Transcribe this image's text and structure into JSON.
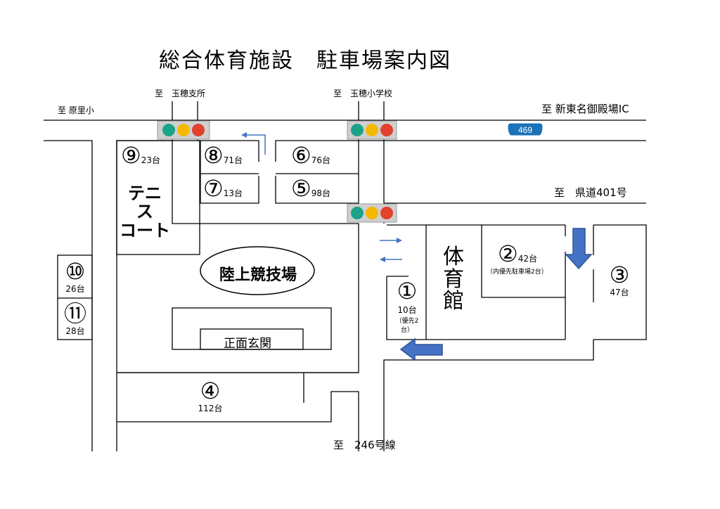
{
  "title": "総合体育施設　駐車場案内図",
  "destinations": {
    "tamaho_branch": "至　玉穂支所",
    "tamaho_school": "至　玉穂小学校",
    "harasato": "至 原里小",
    "shintomei_ic": "至 新東名御殿場IC",
    "route401": "至　県道401号",
    "route246": "至　246号線"
  },
  "route_shield": {
    "number": "469",
    "color": "#1a73b8"
  },
  "facilities": {
    "tennis": "テニ\nス\nコート",
    "gym": [
      "体",
      "育",
      "館"
    ],
    "track": "陸上競技場",
    "entrance": "正面玄関"
  },
  "lots": {
    "l1": {
      "num": "①",
      "count": "10台",
      "note": "（優先2\n台）"
    },
    "l2": {
      "num": "②",
      "count": "42台",
      "note": "（内優先駐車場2台）"
    },
    "l3": {
      "num": "③",
      "count": "47台"
    },
    "l4": {
      "num": "④",
      "count": "112台"
    },
    "l5": {
      "num": "⑤",
      "count": "98台"
    },
    "l6": {
      "num": "⑥",
      "count": "76台"
    },
    "l7": {
      "num": "⑦",
      "count": "13台"
    },
    "l8": {
      "num": "⑧",
      "count": "71台"
    },
    "l9": {
      "num": "⑨",
      "count": "23台"
    },
    "l10": {
      "num": "⑩",
      "count": "26台"
    },
    "l11": {
      "num": "⑪",
      "count": "28台"
    }
  },
  "colors": {
    "signal_green": "#1aa389",
    "signal_yellow": "#f5b800",
    "signal_red": "#e2412e",
    "arrow_fill": "#4472c4",
    "arrow_stroke": "#2f5597"
  }
}
